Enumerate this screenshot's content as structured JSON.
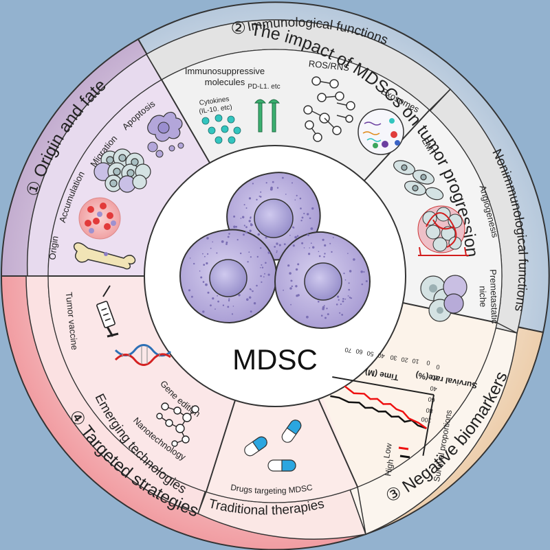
{
  "center": {
    "title": "MDSC"
  },
  "sections": {
    "origin": {
      "title": "① Origin and fate",
      "stages": [
        "Origin",
        "Accumulation",
        "Migration",
        "Apoptosis"
      ]
    },
    "impact": {
      "title": "② The impact of MDSCs on tumor progression",
      "immunological": {
        "title": "Immunological functions",
        "immunosuppressive": "Immunosuppressive",
        "molecules": "molecules",
        "cytokines": "Cytokines",
        "cytokines_example": "(IL-10. etc)",
        "pdl1": "PD-L1. etc",
        "ros": "ROS/RNS",
        "exosomes": "Exosomes"
      },
      "nonimmunological": {
        "title": "Nonimmunological functions",
        "emt": "EMT",
        "angiogenesis": "Angiogenesis",
        "premetastatic": "Premetastatic",
        "niche": "niche"
      }
    },
    "biomarkers": {
      "title": "③ Negative biomarkers",
      "plot": {
        "ylabel": "Survival rate(%)",
        "xlabel": "Time (M)",
        "x_ticks": [
          "0",
          "10",
          "20",
          "30",
          "40",
          "50",
          "60",
          "70"
        ],
        "y_ticks": [
          "0",
          "20",
          "40",
          "60",
          "80",
          "100"
        ],
        "caption": "Survival proportions",
        "legend_low": "Low",
        "legend_high": "High"
      }
    },
    "targeted": {
      "title": "④ Targeted strategies",
      "emerging": {
        "title": "Emerging technologies",
        "tumor_vaccine": "Tumor vaccine",
        "gene_edition": "Gene edition",
        "nanotechnology": "Nanotechnology"
      },
      "traditional": {
        "title": "Traditional therapies",
        "drugs": "Drugs targeting MDSC"
      }
    }
  },
  "colors": {
    "background": "#93b2cf",
    "origin": "#d2bfdb",
    "impact": "#c4d3e3",
    "inner_gray": "#ebebeb",
    "biomarkers": "#f3ddc6",
    "targeted": "#f6b3b6",
    "cell_fill": "#b8aedc",
    "cell_nucleus": "#aaa2d8",
    "outline": "#222222"
  }
}
